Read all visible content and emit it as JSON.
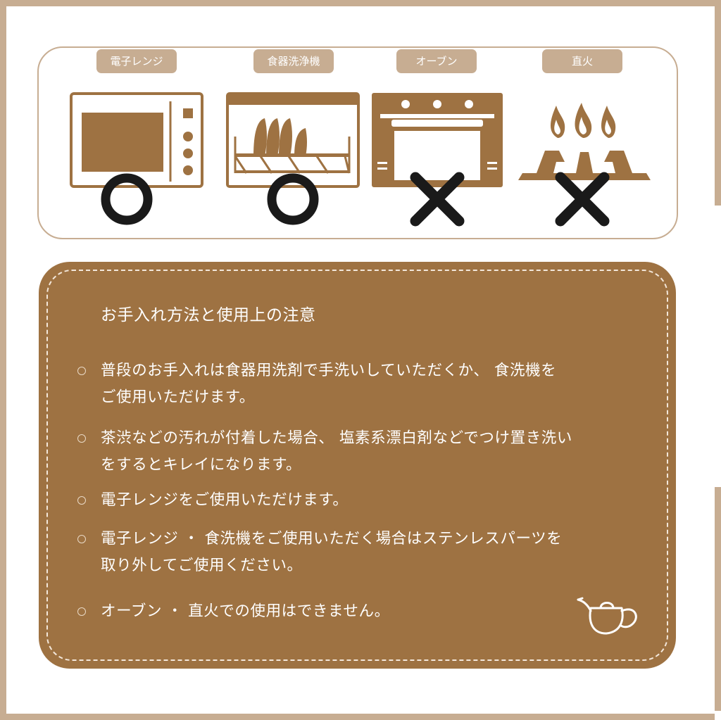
{
  "labels": {
    "microwave": "電子レンジ",
    "dishwasher": "食器洗浄機",
    "oven": "オーブン",
    "open_flame": "直火"
  },
  "icons": {
    "microwave": "microwave-icon",
    "dishwasher": "dishwasher-icon",
    "oven": "oven-icon",
    "open_flame": "gas-flame-icon",
    "ok_mark": "circle-icon",
    "ng_mark": "cross-icon",
    "teapot": "teapot-icon"
  },
  "usage": {
    "microwave": "ok",
    "dishwasher": "ok",
    "oven": "not_ok",
    "open_flame": "not_ok"
  },
  "care": {
    "title": "お手入れ方法と使用上の注意",
    "items": [
      [
        "普段のお手入れは食器用洗剤で手洗いしていただくか、 食洗機を",
        "ご使用いただけます。"
      ],
      [
        "茶渋などの汚れが付着した場合、 塩素系漂白剤などでつけ置き洗い",
        "をするとキレイになります。"
      ],
      [
        "電子レンジをご使用いただけます。"
      ],
      [
        "電子レンジ ・ 食洗機をご使用いただく場合はステンレスパーツを",
        "取り外してご使用ください。"
      ],
      [
        "オーブン ・ 直火での使用はできません。"
      ]
    ]
  },
  "colors": {
    "brand_brown": "#9e7242",
    "pill_tan": "#c7ad92",
    "mark_black": "#1a1a1a",
    "text_white": "#ffffff"
  }
}
